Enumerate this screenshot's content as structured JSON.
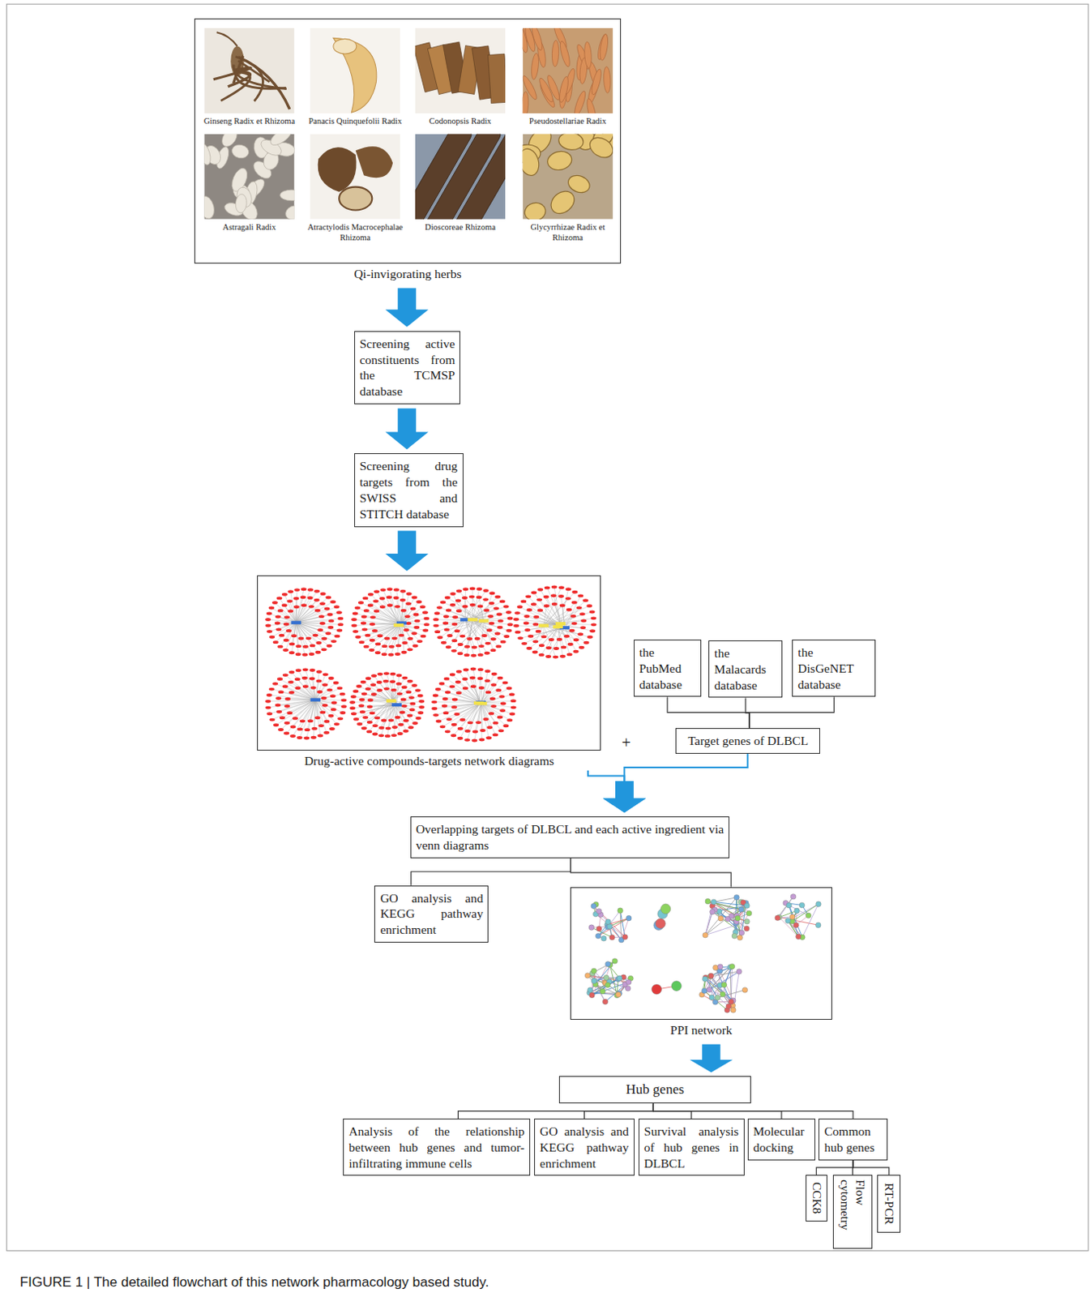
{
  "diagram": {
    "caption": "FIGURE 1 | The detailed flowchart of this network pharmacology based study.",
    "nodes": [
      {
        "text": [
          "Ginseng Radix et Rhizoma",
          "Panacis Quinquefolii Radix",
          "Codonopsis Radix",
          "Pseudostellariae Radix",
          "Astragali Radix",
          "Atractylodis Macrocephalae Rhizoma",
          "Dioscoreae Rhizoma",
          "Glycyrrhizae Radix et Rhizoma",
          "Qi-invigorating herbs"
        ]
      },
      {
        "text": [
          "Screening active constituents from the TCMSP database"
        ]
      },
      {
        "text": [
          "Screening drug targets from the SWISS and STITCH database"
        ]
      },
      {
        "text": [
          "Drug-active compounds-targets network diagrams"
        ]
      },
      {
        "text": [
          "the PubMed database"
        ]
      },
      {
        "text": [
          "the Malacards database"
        ]
      },
      {
        "text": [
          "the DisGeNET database"
        ]
      },
      {
        "text": [
          "Target genes of DLBCL"
        ]
      },
      {
        "text": [
          "Overlapping targets of DLBCL and each active ingredient via venn diagrams"
        ]
      },
      {
        "text": [
          "GO analysis and KEGG pathway enrichment"
        ]
      },
      {
        "text": [
          "PPI network"
        ]
      },
      {
        "text": [
          "Hub genes"
        ]
      },
      {
        "text": [
          "Analysis of the relationship between hub genes and tumor-infiltrating immune cells"
        ]
      },
      {
        "text": [
          "GO analysis and KEGG pathway enrichment"
        ]
      },
      {
        "text": [
          "Survival analysis of hub genes in DLBCL"
        ]
      },
      {
        "text": [
          "Molecular docking"
        ]
      },
      {
        "text": [
          "Common hub genes"
        ]
      },
      {
        "text": [
          "CCK8"
        ]
      },
      {
        "text": [
          "Flow cytometry"
        ]
      },
      {
        "text": [
          "RT-PCR"
        ]
      }
    ],
    "edges": [
      {
        "from": 0,
        "to": 1,
        "arrow": "to"
      },
      {
        "from": 1,
        "to": 2,
        "arrow": "to"
      },
      {
        "from": 2,
        "to": 3,
        "arrow": "to"
      },
      {
        "from": 4,
        "to": 7,
        "arrow": "none"
      },
      {
        "from": 5,
        "to": 7,
        "arrow": "none"
      },
      {
        "from": 6,
        "to": 7,
        "arrow": "none"
      },
      {
        "from": 3,
        "to": 8,
        "arrow": "to"
      },
      {
        "from": 7,
        "to": 8,
        "arrow": "to"
      },
      {
        "from": 8,
        "to": 9,
        "arrow": "none"
      },
      {
        "from": 8,
        "to": 10,
        "arrow": "none"
      },
      {
        "from": 10,
        "to": 11,
        "arrow": "to"
      },
      {
        "from": 11,
        "to": 12,
        "arrow": "none"
      },
      {
        "from": 11,
        "to": 13,
        "arrow": "none"
      },
      {
        "from": 11,
        "to": 14,
        "arrow": "none"
      },
      {
        "from": 11,
        "to": 15,
        "arrow": "none"
      },
      {
        "from": 11,
        "to": 16,
        "arrow": "none"
      },
      {
        "from": 16,
        "to": 17,
        "arrow": "none"
      },
      {
        "from": 16,
        "to": 18,
        "arrow": "none"
      },
      {
        "from": 16,
        "to": 19,
        "arrow": "none"
      }
    ],
    "labels": [
      "+"
    ]
  }
}
